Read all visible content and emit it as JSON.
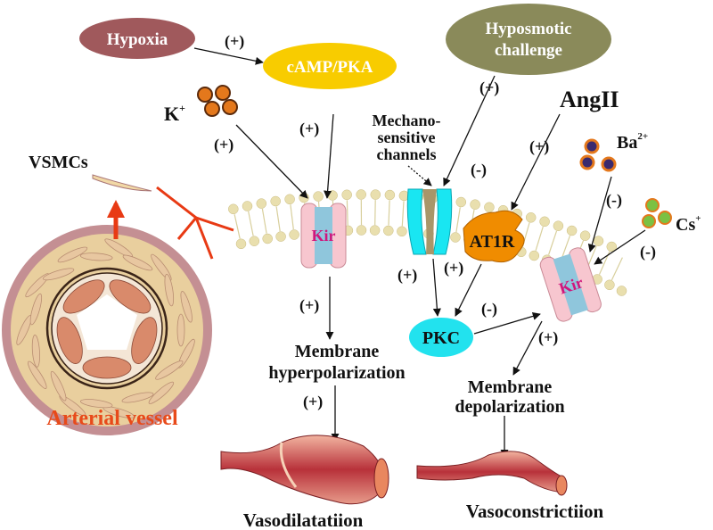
{
  "nodes": {
    "hypoxia": "Hypoxia",
    "camp_pka": "cAMP/PKA",
    "hyposmotic_line1": "Hyposmotic",
    "hyposmotic_line2": "challenge",
    "angii": "AngII",
    "k_ion": "K",
    "k_charge": "+",
    "ba_ion": "Ba",
    "ba_charge": "2+",
    "cs_ion": "Cs",
    "cs_charge": "+",
    "mechano_line1": "Mechano-",
    "mechano_line2": "sensitive",
    "mechano_line3": "channels",
    "kir_left": "Kir",
    "kir_right": "Kir",
    "at1r": "AT1R",
    "pkc": "PKC",
    "vsmcs": "VSMCs",
    "arterial_vessel": "Arterial vessel",
    "hyperpol_line1": "Membrane",
    "hyperpol_line2": "hyperpolarization",
    "depol_line1": "Membrane",
    "depol_line2": "depolarization",
    "vasodilatation": "Vasodilatatiion",
    "vasoconstriction": "Vasoconstrictiion"
  },
  "signs": {
    "hypoxia_camp": "(+)",
    "k_kir": "(+)",
    "camp_kir": "(+)",
    "hyposmotic_mech": "(+)",
    "mech_inhibit": "(-)",
    "angii_at1r": "(+)",
    "ba_kir": "(-)",
    "cs_kir": "(-)",
    "mech_pkc": "(+)",
    "at1r_pkc": "(+)",
    "pkc_kir": "(-)",
    "kir_hyperpol": "(+)",
    "kir_depol": "(+)",
    "hyperpol_vaso": "(+)"
  },
  "colors": {
    "hypoxia_fill": "#a0595c",
    "camp_fill": "#f8cc00",
    "hyposmotic_fill": "#8a8a5a",
    "pkc_fill": "#22e2ee",
    "at1r_fill": "#f08c00",
    "kir_fill": "#f7c6cf",
    "kir_core": "#8fc6dc",
    "mech_fill": "#19e6f2",
    "mech_core": "#a8966a",
    "lipid": "#e9dfae",
    "k_ion": "#e4781c",
    "cs_ion": "#7bc143",
    "arrow_red": "#e83a14",
    "vessel_outer": "#c48f93",
    "vessel_wall": "#e9cf9e",
    "vessel_text": "#e84a1a",
    "cell_fill": "#d98a6b"
  }
}
